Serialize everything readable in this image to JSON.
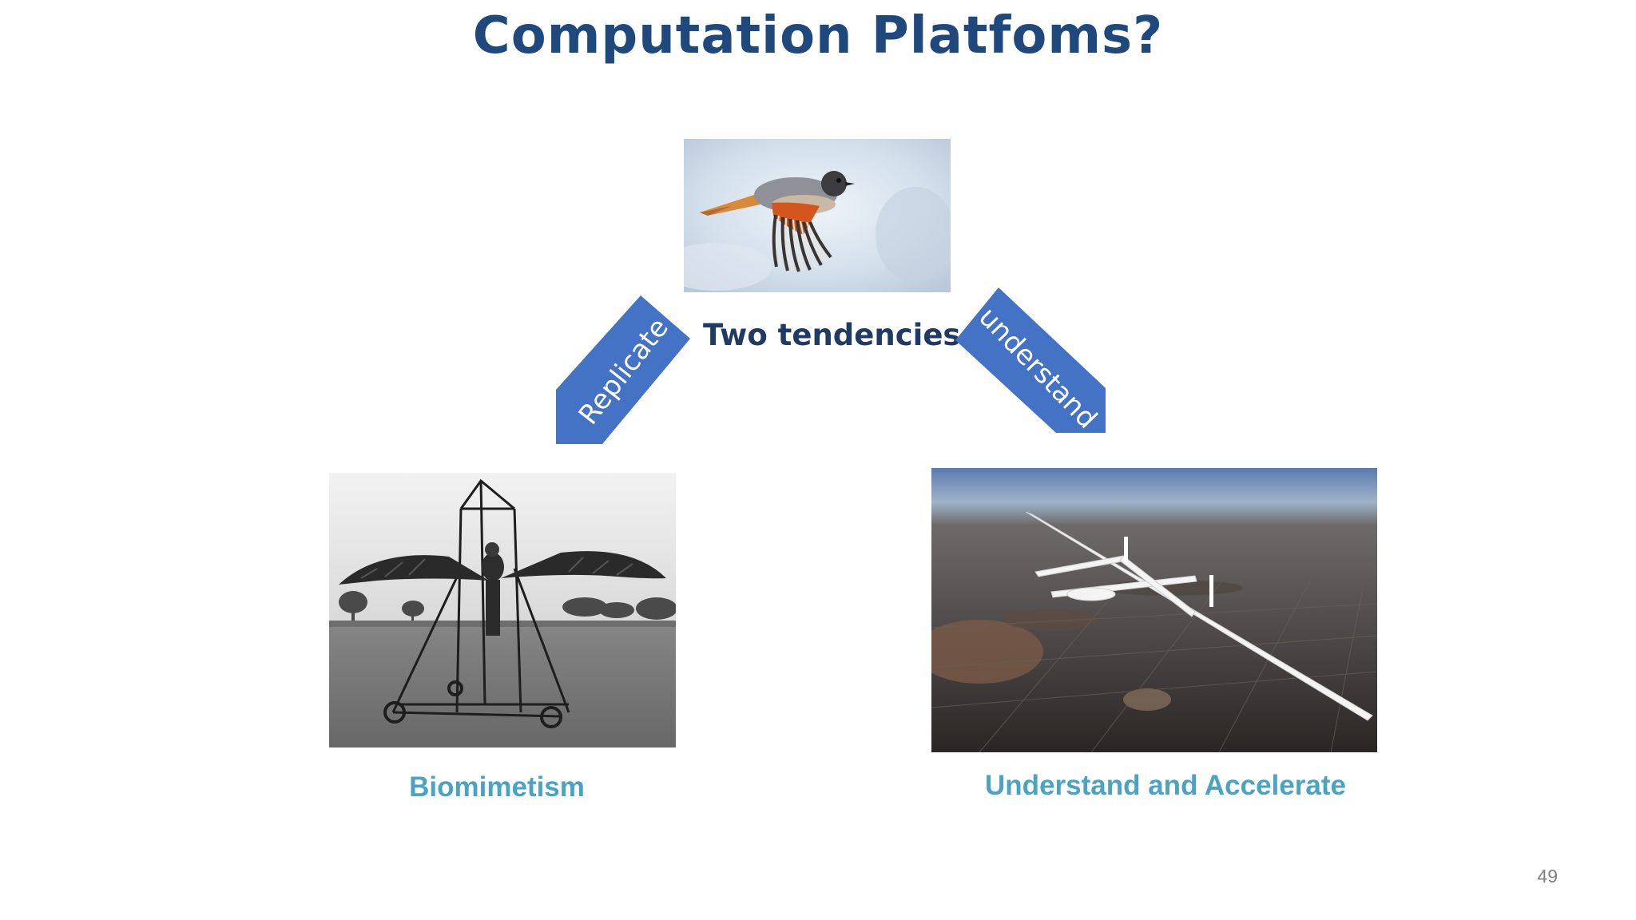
{
  "slide": {
    "title": "Computation Platfoms?",
    "center_label": "Two tendencies",
    "left_arrow_label": "Replicate",
    "right_arrow_label": "understand",
    "left_caption": "Biomimetism",
    "right_caption": "Understand and Accelerate",
    "page_number": "49"
  },
  "colors": {
    "title": "#1f497d",
    "arrow_fill": "#4472c4",
    "caption": "#4aa3c3"
  },
  "images": {
    "top": "bird-in-flight-photo",
    "left": "ornithopter-flying-machine-photo",
    "right": "long-wing-aircraft-aerial-photo"
  }
}
